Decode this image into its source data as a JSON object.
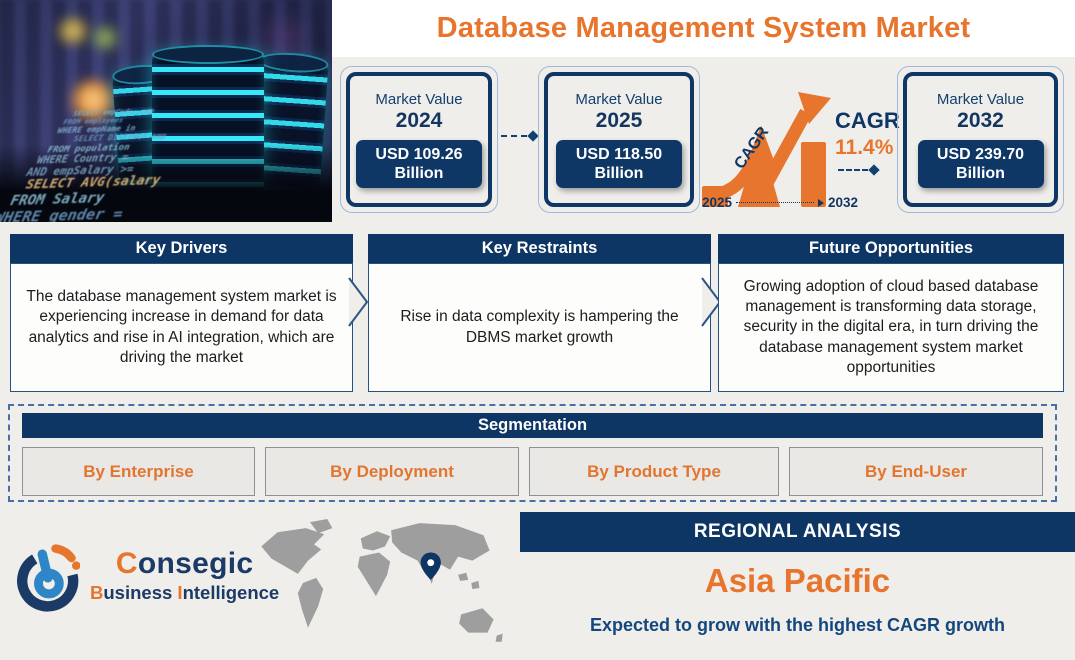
{
  "title": "Database Management System Market",
  "colors": {
    "orange": "#E7752D",
    "navy": "#0D3665",
    "light_blue_border": "#9FB9DA",
    "page_bg": "#F0EEEB",
    "segment_box_gray": "#EAE8E5",
    "map_gray": "#9E9E9E",
    "photo_glow_cyan": "#35E9F6"
  },
  "market_values": [
    {
      "label": "Market Value",
      "year": "2024",
      "value": "USD 109.26 Billion"
    },
    {
      "label": "Market Value",
      "year": "2025",
      "value": "USD 118.50 Billion"
    },
    {
      "label": "Market Value",
      "year": "2032",
      "value": "USD 239.70 Billion"
    }
  ],
  "cagr": {
    "icon_label": "CAGR",
    "label": "CAGR",
    "value": "11.4%",
    "start_year": "2025",
    "end_year": "2032"
  },
  "insights": [
    {
      "title": "Key Drivers",
      "text": "The database management system market is experiencing increase in demand for data analytics and rise in AI integration, which are driving the market"
    },
    {
      "title": "Key Restraints",
      "text": "Rise in data complexity is hampering the DBMS market growth"
    },
    {
      "title": "Future Opportunities",
      "text": "Growing adoption of cloud based database management is transforming data storage, security in the digital era, in turn driving the database management system market opportunities"
    }
  ],
  "segmentation": {
    "title": "Segmentation",
    "segments": [
      "By Enterprise",
      "By Deployment",
      "By Product Type",
      "By End-User"
    ]
  },
  "regional": {
    "title": "REGIONAL ANALYSIS",
    "region": "Asia Pacific",
    "note": "Expected to grow with the highest CAGR growth"
  },
  "logo": {
    "brand_first": "C",
    "brand_rest": "onsegic",
    "sub_first": "B",
    "sub_mid": "usiness ",
    "sub_second": "I",
    "sub_rest": "ntelligence"
  },
  "photo": {
    "sql_lines": [
      "SELECT empCode, emp",
      "FROM employees",
      "WHERE empName in",
      "SELECT DISTINCT emp",
      "FROM population",
      "WHERE Country =",
      "AND empSalary >=",
      "SELECT AVG(salary",
      "FROM Salary",
      "WHERE gender ="
    ]
  },
  "icons": {
    "cagr-growth-icon": "orange rising bars with up-right arrow",
    "diamond-connector-icon": "◆",
    "dotted-arrow-icon": "→",
    "chevron-right-icon": ">",
    "world-map": "gray continents silhouette",
    "location-pin-icon": "navy drop pin on Asia"
  }
}
